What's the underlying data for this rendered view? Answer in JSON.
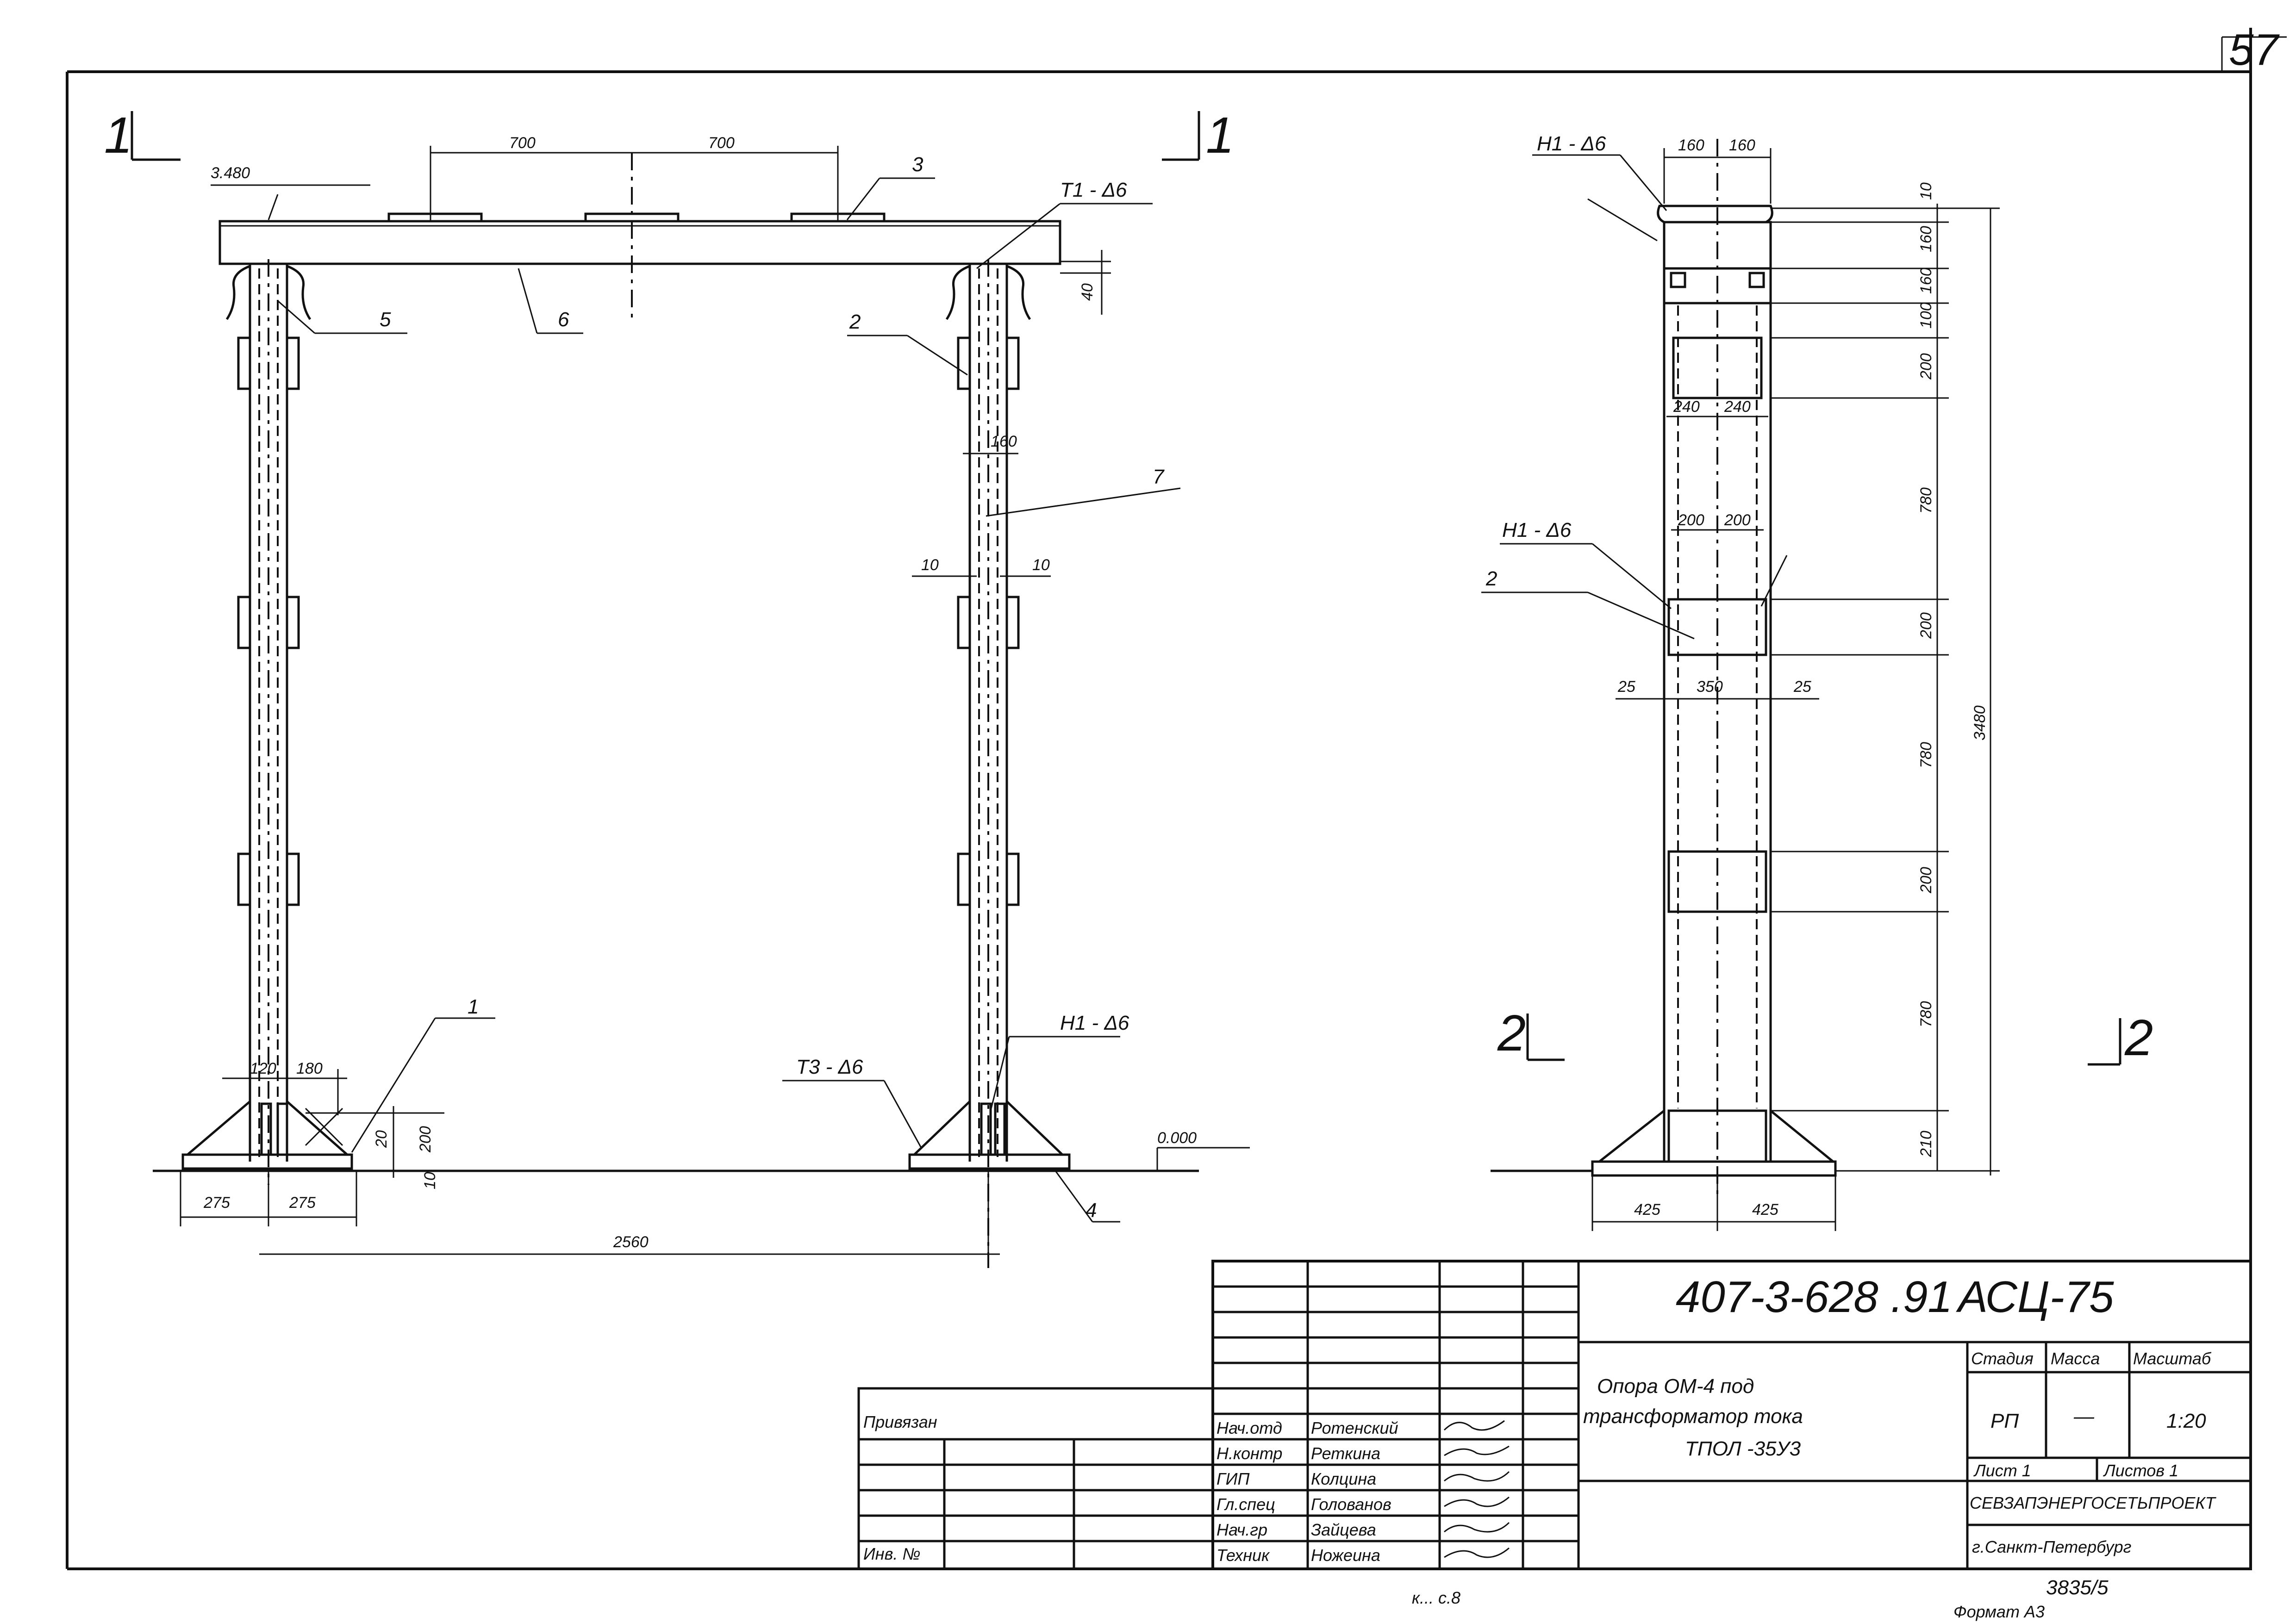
{
  "sheet": {
    "page_number": "57",
    "format_note": "Формат А3",
    "inv_mark": "3835/5",
    "stray_mark": "к... с.8"
  },
  "sections": {
    "front_left_mark": "1",
    "front_right_mark": "1",
    "side_left_mark": "2",
    "side_right_mark": "2"
  },
  "front_view": {
    "level_top": "3.480",
    "level_zero": "0.000",
    "dim_700_left": "700",
    "dim_700_right": "700",
    "dim_40": "40",
    "dim_160": "160",
    "dim_10_left": "10",
    "dim_10_right": "10",
    "dim_120": "120",
    "dim_180": "180",
    "dim_200": "200",
    "dim_20": "20",
    "dim_10_base": "10",
    "dim_275_left": "275",
    "dim_275_right": "275",
    "dim_2560": "2560",
    "weld_t1": "Т1 - Δ6",
    "weld_h1": "Н1 - Δ6",
    "weld_t3": "Т3 - Δ6",
    "pos_1": "1",
    "pos_2": "2",
    "pos_3": "3",
    "pos_4": "4",
    "pos_5": "5",
    "pos_6": "6",
    "pos_7": "7"
  },
  "side_view": {
    "weld_h1_top": "Н1 - Δ6",
    "weld_h1_mid": "Н1 - Δ6",
    "pos_2": "2",
    "dim_160a": "160",
    "dim_160b": "160",
    "dim_240a": "240",
    "dim_240b": "240",
    "dim_200a": "200",
    "dim_200b": "200",
    "dim_25a": "25",
    "dim_350": "350",
    "dim_25b": "25",
    "dim_425a": "425",
    "dim_425b": "425",
    "chain": [
      "10",
      "160",
      "160",
      "100",
      "200",
      "780",
      "200",
      "780",
      "200",
      "780",
      "210"
    ],
    "total": "3480"
  },
  "title_block": {
    "code": "407-3-628 .91",
    "sheet_code": "АСЦ-75",
    "title_line1": "Опора ОМ-4 под",
    "title_line2": "трансформатор тока",
    "title_line3": "ТПОЛ -35У3",
    "col_stage": "Стадия",
    "col_mass": "Масса",
    "col_scale": "Масштаб",
    "stage": "РП",
    "mass": "—",
    "scale": "1:20",
    "sheet_label": "Лист 1",
    "sheets_label": "Листов 1",
    "org": "СЕВЗАПЭНЕРГОСЕТЬПРОЕКТ",
    "city": "г.Санкт-Петербург",
    "bound_label": "Привязан",
    "inv_label": "Инв. №",
    "staff": [
      {
        "role": "Нач.отд",
        "name": "Ротенский"
      },
      {
        "role": "Н.контр",
        "name": "Реткина"
      },
      {
        "role": "ГИП",
        "name": "Колцина"
      },
      {
        "role": "Гл.спец",
        "name": "Голованов"
      },
      {
        "role": "Нач.гр",
        "name": "Зайцева"
      },
      {
        "role": "Техник",
        "name": "Ножеина"
      }
    ]
  }
}
